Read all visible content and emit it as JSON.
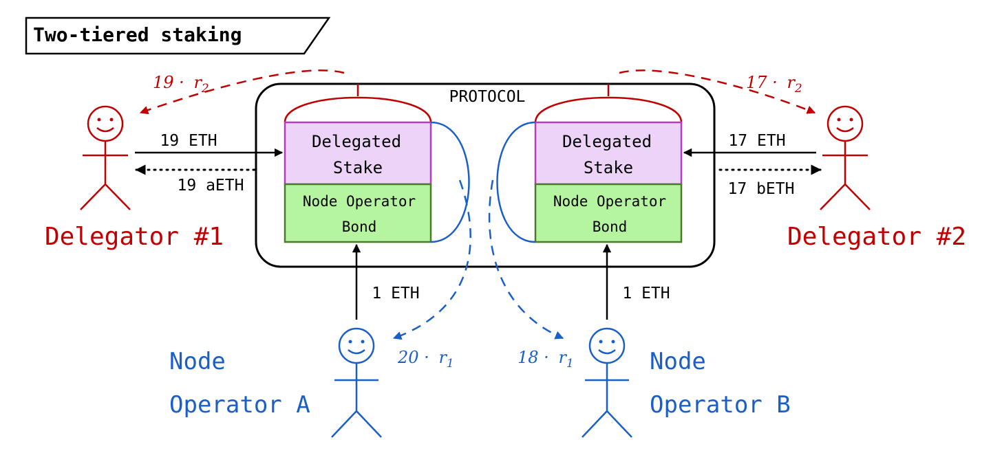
{
  "title": "Two-tiered staking",
  "protocol_label": "PROTOCOL",
  "colors": {
    "delegator": "#c00000",
    "operator": "#1a5fc8",
    "delegated_fill": "#ecd3f7",
    "delegated_border": "#b53cc0",
    "bond_fill": "#b6f5a0",
    "bond_border": "#4a7a2c",
    "ink": "#000000"
  },
  "vault_left": {
    "delegated_line1": "Delegated",
    "delegated_line2": "Stake",
    "bond_line1": "Node Operator",
    "bond_line2": "Bond"
  },
  "vault_right": {
    "delegated_line1": "Delegated",
    "delegated_line2": "Stake",
    "bond_line1": "Node Operator",
    "bond_line2": "Bond"
  },
  "delegator1": {
    "label": "Delegator #1",
    "deposit_label": "19 ETH",
    "receipt_label": "19 aETH",
    "reward_coef": "19 ·",
    "reward_var": "r",
    "reward_sub": "2"
  },
  "delegator2": {
    "label": "Delegator #2",
    "deposit_label": "17 ETH",
    "receipt_label": "17 bETH",
    "reward_coef": "17 ·",
    "reward_var": "r",
    "reward_sub": "2"
  },
  "operatorA": {
    "label_line1": "Node",
    "label_line2": "Operator A",
    "bond_label": "1 ETH",
    "reward_coef": "20 ·",
    "reward_var": "r",
    "reward_sub": "1"
  },
  "operatorB": {
    "label_line1": "Node",
    "label_line2": "Operator B",
    "bond_label": "1 ETH",
    "reward_coef": "18 ·",
    "reward_var": "r",
    "reward_sub": "1"
  }
}
